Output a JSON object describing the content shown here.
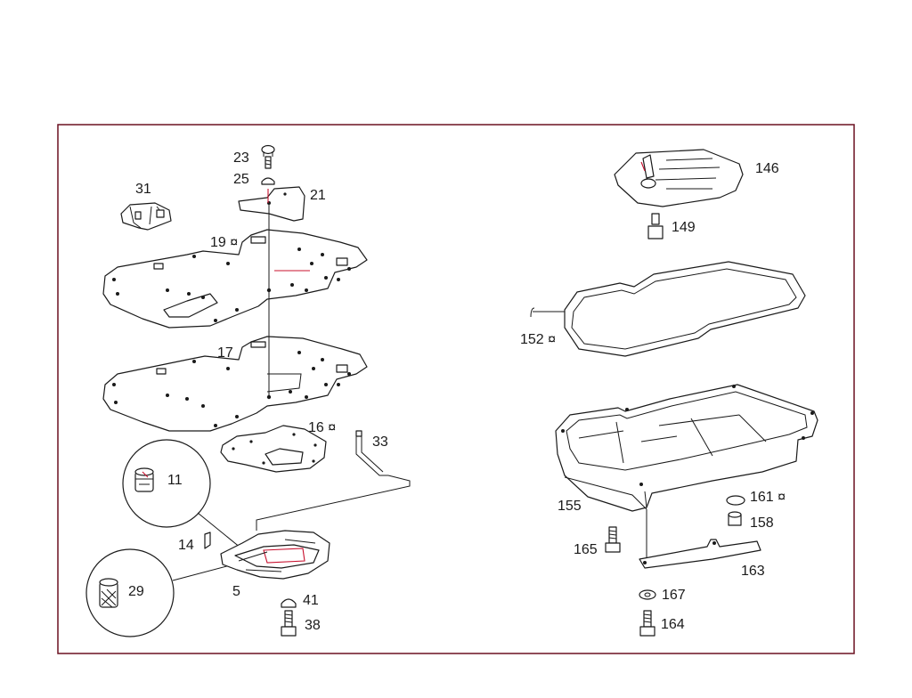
{
  "labels": {
    "p23": "23",
    "p25": "25",
    "p21": "21",
    "p31": "31",
    "p19": "19 ¤",
    "p17": "17",
    "p16": "16 ¤",
    "p33": "33",
    "p11": "11",
    "p14": "14",
    "p29": "29",
    "p5": "5",
    "p41": "41",
    "p38": "38",
    "p146": "146",
    "p149": "149",
    "p152": "152 ¤",
    "p155": "155",
    "p161": "161 ¤",
    "p158": "158",
    "p165": "165",
    "p163": "163",
    "p167": "167",
    "p164": "164"
  },
  "colors": {
    "line": "#1a1a1a",
    "accent": "#c8102e",
    "frame": "#6b1020"
  }
}
